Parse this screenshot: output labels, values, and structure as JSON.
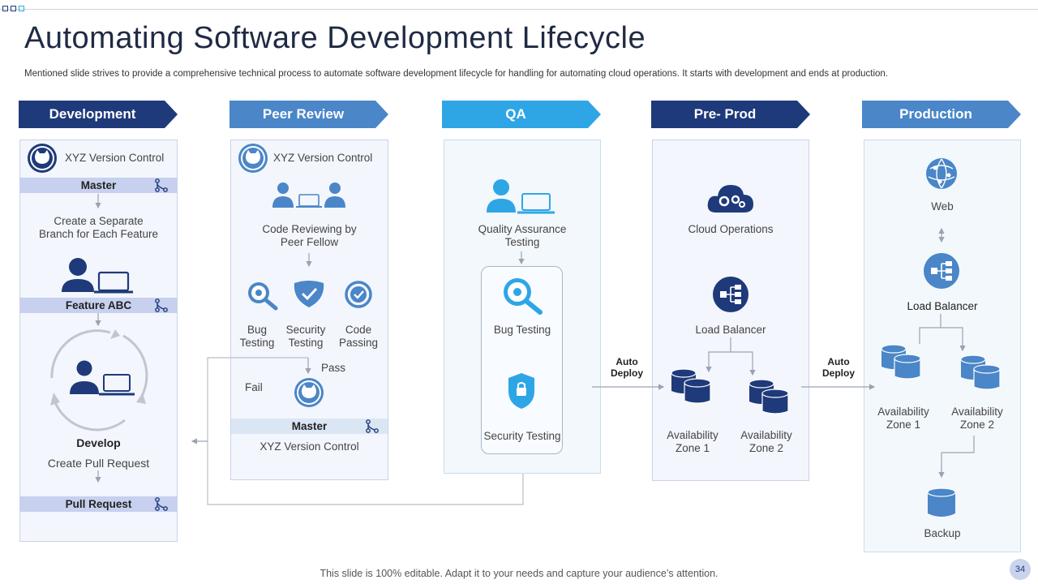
{
  "header": {
    "title": "Automating Software Development Lifecycle",
    "subtitle": "Mentioned slide strives to provide a comprehensive technical process to automate software development lifecycle for handling for automating cloud operations. It starts with development and ends at production."
  },
  "stages": [
    "Development",
    "Peer Review",
    "QA",
    "Pre- Prod",
    "Production"
  ],
  "development": {
    "version_control": "XYZ Version Control",
    "master": "Master",
    "create_branch": [
      "Create a Separate",
      "Branch for Each Feature"
    ],
    "feature": "Feature ABC",
    "develop": "Develop",
    "create_pr": "Create Pull Request",
    "pull_request": "Pull Request"
  },
  "peer_review": {
    "version_control": "XYZ Version Control",
    "code_review": [
      "Code Reviewing  by",
      "Peer Fellow"
    ],
    "bug": [
      "Bug",
      "Testing"
    ],
    "security": [
      "Security",
      "Testing"
    ],
    "code": [
      "Code",
      "Passing"
    ],
    "pass": "Pass",
    "fail": "Fail",
    "master": "Master",
    "version_control_bottom": "XYZ Version Control"
  },
  "qa": {
    "qa_testing": [
      "Quality Assurance",
      "Testing"
    ],
    "bug_testing": "Bug Testing",
    "security_testing": "Security Testing"
  },
  "auto_deploy": [
    "Auto",
    "Deploy"
  ],
  "preprod": {
    "cloud": "Cloud Operations",
    "load_balancer": "Load Balancer",
    "zone1": [
      "Availability",
      "Zone  1"
    ],
    "zone2": [
      "Availability",
      "Zone  2"
    ]
  },
  "production": {
    "web": "Web",
    "load_balancer": "Load Balancer",
    "zone1": [
      "Availability",
      "Zone  1"
    ],
    "zone2": [
      "Availability",
      "Zone  2"
    ],
    "backup": "Backup"
  },
  "footer": "This slide is 100% editable. Adapt it to your needs and capture your audience’s attention.",
  "page_number": "34",
  "colors": {
    "dark_blue": "#1f3a7a",
    "mid_blue": "#4a86c8",
    "light_blue": "#2ea6e6",
    "bar": "#c7d0ee"
  }
}
